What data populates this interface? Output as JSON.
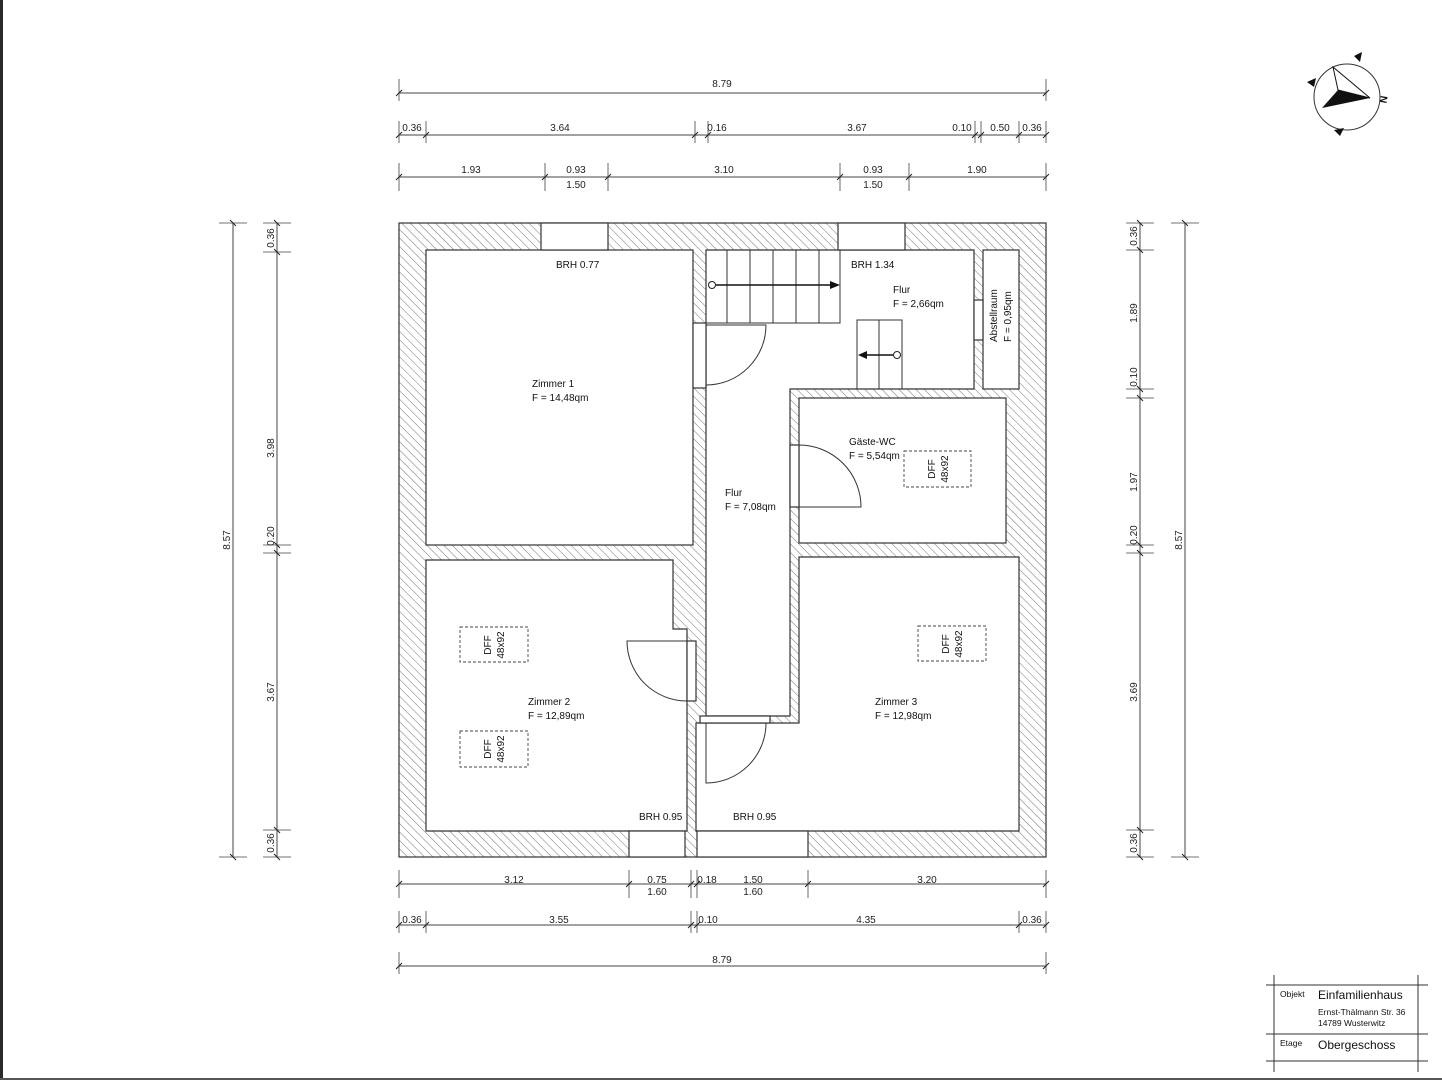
{
  "plan": {
    "rooms": {
      "zimmer1": {
        "name": "Zimmer 1",
        "area": "F = 14,48qm"
      },
      "flur_upper": {
        "name": "Flur",
        "area": "F = 2,66qm"
      },
      "abstellraum": {
        "name": "Abstellraum",
        "area": "F = 0,95qm"
      },
      "gaeste_wc": {
        "name": "Gäste-WC",
        "area": "F = 5,54qm"
      },
      "flur": {
        "name": "Flur",
        "area": "F = 7,08qm"
      },
      "zimmer2": {
        "name": "Zimmer 2",
        "area": "F = 12,89qm"
      },
      "zimmer3": {
        "name": "Zimmer 3",
        "area": "F = 12,98qm"
      }
    },
    "sill_heights": {
      "zimmer1": "BRH 0.77",
      "flur_upper": "BRH 1.34",
      "zimmer2": "BRH 0.95",
      "zimmer3": "BRH 0.95"
    },
    "roof_windows": [
      {
        "type": "DFF",
        "size": "48x92"
      },
      {
        "type": "DFF",
        "size": "48x92"
      },
      {
        "type": "DFF",
        "size": "48x92"
      },
      {
        "type": "DFF",
        "size": "48x92"
      }
    ]
  },
  "dimensions": {
    "top_overall": [
      "8.79"
    ],
    "top_walls": [
      "0.36",
      "3.64",
      "0.16",
      "3.67",
      "0.10",
      "0.50",
      "0.36"
    ],
    "top_openings": [
      "1.93",
      "0.93",
      "3.10",
      "0.93",
      "1.90"
    ],
    "top_openings_sub": [
      "1.50",
      "1.50"
    ],
    "bottom_openings": [
      "3.12",
      "0.75",
      "0.18",
      "1.50",
      "3.20"
    ],
    "bottom_openings_sub": [
      "1.60",
      "1.60"
    ],
    "bottom_walls": [
      "0.36",
      "3.55",
      "0.10",
      "4.35",
      "0.36"
    ],
    "bottom_overall": [
      "8.79"
    ],
    "left_overall": [
      "8.57"
    ],
    "left_walls": [
      "0.36",
      "3.98",
      "0.20",
      "3.67",
      "0.36"
    ],
    "right_walls": [
      "0.36",
      "1.89",
      "0.10",
      "1.97",
      "0.20",
      "3.69",
      "0.36"
    ],
    "right_overall": [
      "8.57"
    ]
  },
  "compass": {
    "north_label": "N"
  },
  "title_block": {
    "object_label": "Objekt",
    "object_value": "Einfamilienhaus",
    "address_line1": "Ernst-Thälmann Str. 36",
    "address_line2": "14789 Wusterwitz",
    "floor_label": "Etage",
    "floor_value": "Obergeschoss"
  },
  "colors": {
    "line": "#333333",
    "hatch": "#555555",
    "background": "#ffffff"
  }
}
